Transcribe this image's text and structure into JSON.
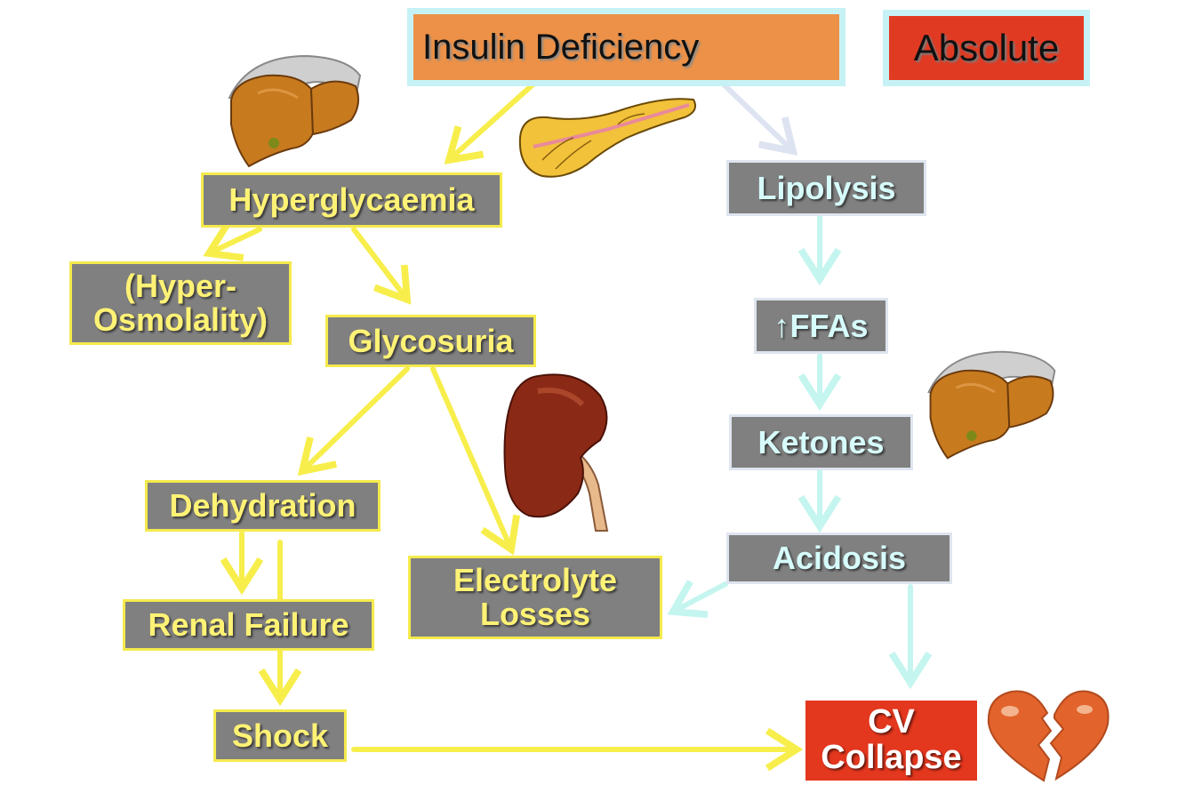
{
  "diagram": {
    "nodes": {
      "insulin_deficiency": "Insulin Deficiency",
      "absolute": "Absolute",
      "hyperglycaemia": "Hyperglycaemia",
      "hyper_osmolality": [
        "(Hyper-",
        "Osmolality)"
      ],
      "glycosuria": "Glycosuria",
      "dehydration": "Dehydration",
      "renal_failure": "Renal Failure",
      "shock": "Shock",
      "electrolyte_losses": [
        "Electrolyte",
        "Losses"
      ],
      "lipolysis": "Lipolysis",
      "ffas": "↑FFAs",
      "ketones": "Ketones",
      "acidosis": "Acidosis",
      "cv_collapse": [
        "CV",
        "Collapse"
      ]
    },
    "icons": [
      "liver-icon",
      "pancreas-icon",
      "kidney-icon",
      "broken-heart-icon"
    ],
    "colors": {
      "yellow_arrow": "#f7ee4c",
      "cyan_arrow": "#c4f5ef",
      "pale_arrow": "#dde3f0",
      "box_grey": "#808080",
      "insulin_box": "#ec9147",
      "absolute_box": "#e13a22",
      "cv_box": "#e3371e"
    }
  }
}
